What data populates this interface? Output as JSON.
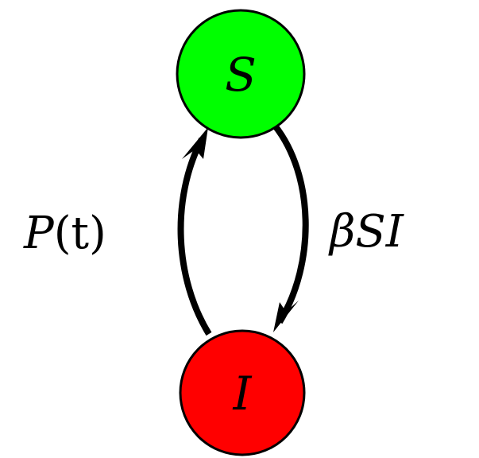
{
  "diagram": {
    "nodes": [
      {
        "id": "S",
        "label": "S",
        "color": "#00ff00"
      },
      {
        "id": "I",
        "label": "I",
        "color": "#ff0000"
      }
    ],
    "edges": [
      {
        "from": "S",
        "to": "I",
        "label_symbol": "β",
        "label_rest": "SI"
      },
      {
        "from": "I",
        "to": "S",
        "label_script": "P",
        "label_args": "(t)"
      }
    ]
  }
}
